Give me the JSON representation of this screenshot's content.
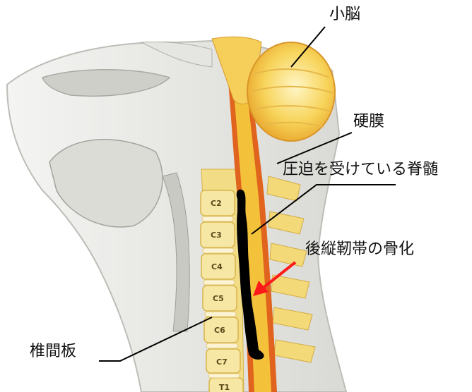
{
  "labels": {
    "cerebellum": "小脳",
    "dura": "硬膜",
    "compressed_cord": "圧迫を受けている脊髄",
    "opll": "後縦靭帯の骨化",
    "disc": "椎間板"
  },
  "vertebrae": [
    "C2",
    "C3",
    "C4",
    "C5",
    "C6",
    "C7",
    "T1"
  ],
  "colors": {
    "bone": "#f6e7a4",
    "bone_dark": "#e8c85a",
    "cord": "#f3c23a",
    "dura": "#e0631e",
    "skin": "#e9e9e6",
    "ossification": "#000000",
    "arrow": "#ff1a1a"
  }
}
